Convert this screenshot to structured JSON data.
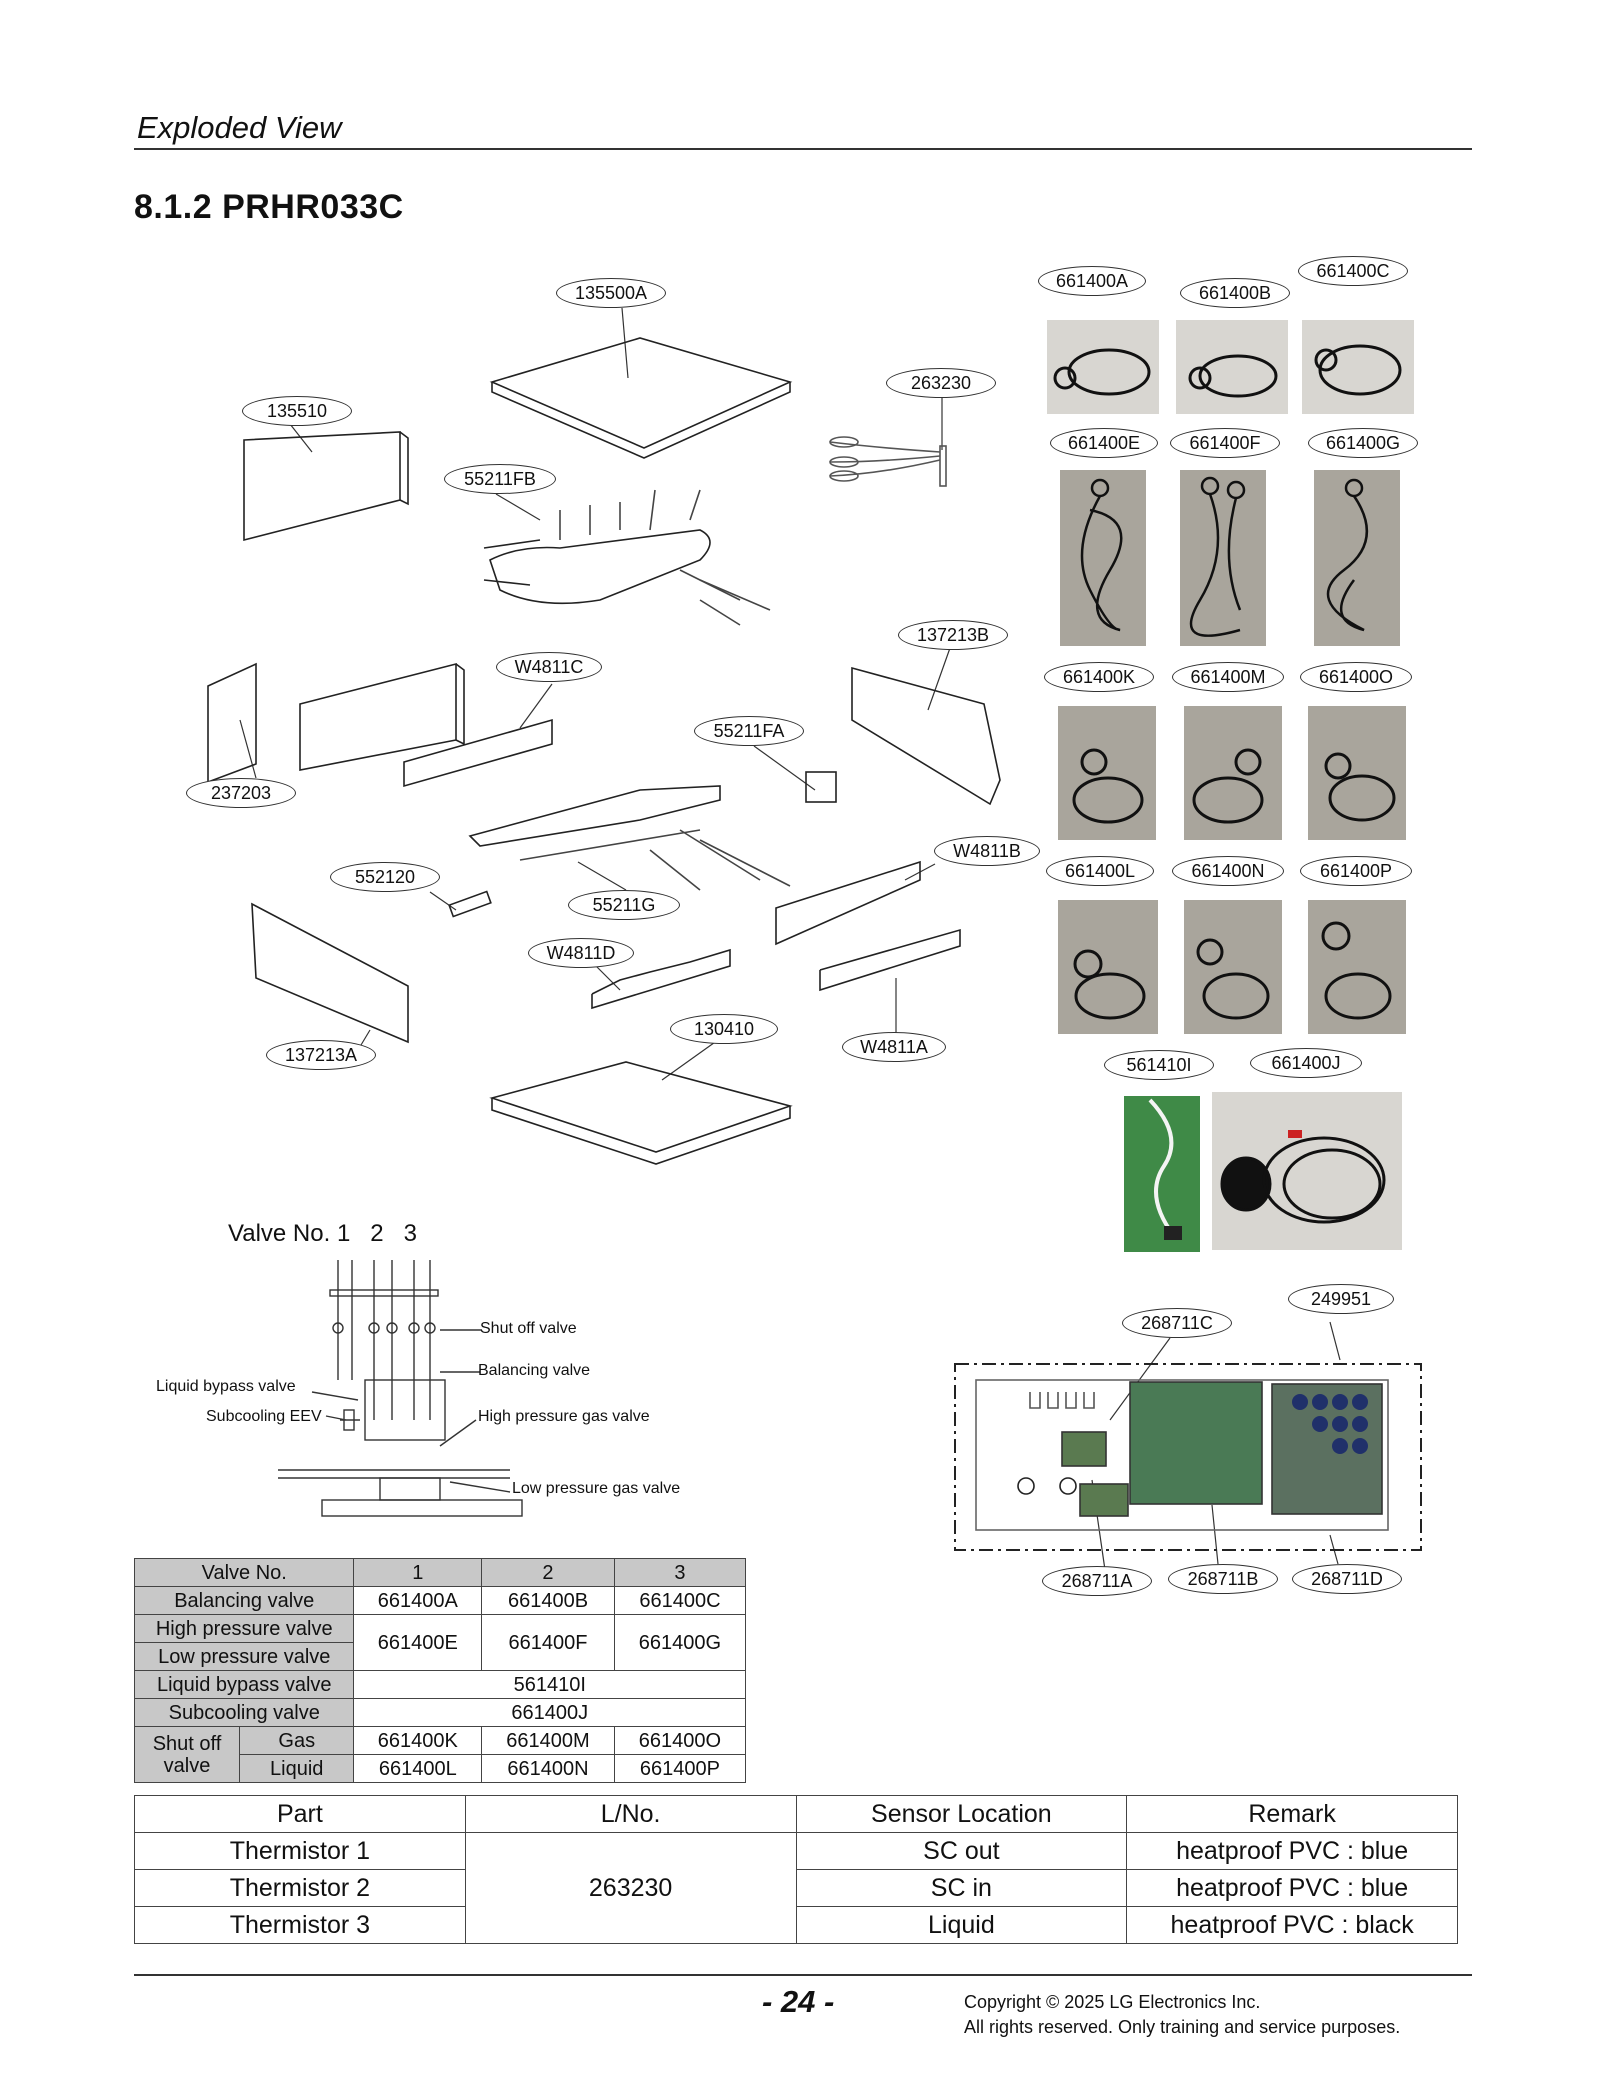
{
  "header": {
    "section": "Exploded View",
    "model_title": "8.1.2 PRHR033C"
  },
  "labels": {
    "p135500A": "135500A",
    "p263230": "263230",
    "p135510": "135510",
    "p55211FB": "55211FB",
    "p137213B": "137213B",
    "pW4811C": "W4811C",
    "p237203": "237203",
    "p55211FA": "55211FA",
    "p552120": "552120",
    "p55211G": "55211G",
    "pW4811B": "W4811B",
    "pW4811D": "W4811D",
    "p130410": "130410",
    "p137213A": "137213A",
    "pW4811A": "W4811A",
    "p661400A": "661400A",
    "p661400B": "661400B",
    "p661400C": "661400C",
    "p661400E": "661400E",
    "p661400F": "661400F",
    "p661400G": "661400G",
    "p661400K": "661400K",
    "p661400M": "661400M",
    "p661400O": "661400O",
    "p661400L": "661400L",
    "p661400N": "661400N",
    "p661400P": "661400P",
    "p561410I": "561410I",
    "p661400J": "661400J",
    "p249951": "249951",
    "p268711C": "268711C",
    "p268711A": "268711A",
    "p268711B": "268711B",
    "p268711D": "268711D"
  },
  "valve_diagram": {
    "title": "Valve No. 1   2   3",
    "shut_off": "Shut off valve",
    "balancing": "Balancing valve",
    "liquid_bypass": "Liquid bypass valve",
    "subcooling": "Subcooling EEV",
    "high_pressure": "High pressure gas valve",
    "low_pressure": "Low pressure gas valve"
  },
  "valve_table": {
    "header": [
      "Valve No.",
      "1",
      "2",
      "3"
    ],
    "balancing": {
      "label": "Balancing valve",
      "values": [
        "661400A",
        "661400B",
        "661400C"
      ]
    },
    "high_pressure": {
      "label": "High pressure valve"
    },
    "low_pressure": {
      "label": "Low pressure valve"
    },
    "hp_lp_values": [
      "661400E",
      "661400F",
      "661400G"
    ],
    "liquid_bypass": {
      "label": "Liquid bypass valve",
      "value": "561410I"
    },
    "subcooling": {
      "label": "Subcooling valve",
      "value": "661400J"
    },
    "shut_off": {
      "label_line1": "Shut off",
      "label_line2": "valve",
      "gas": {
        "label": "Gas",
        "values": [
          "661400K",
          "661400M",
          "661400O"
        ]
      },
      "liquid": {
        "label": "Liquid",
        "values": [
          "661400L",
          "661400N",
          "661400P"
        ]
      }
    }
  },
  "sensor_table": {
    "header": [
      "Part",
      "L/No.",
      "Sensor Location",
      "Remark"
    ],
    "lno": "263230",
    "rows": [
      {
        "part": "Thermistor 1",
        "location": "SC out",
        "remark": "heatproof PVC : blue"
      },
      {
        "part": "Thermistor 2",
        "location": "SC in",
        "remark": "heatproof PVC : blue"
      },
      {
        "part": "Thermistor 3",
        "location": "Liquid",
        "remark": "heatproof PVC : black"
      }
    ]
  },
  "footer": {
    "page": "- 24 -",
    "copyright_line1": "Copyright © 2025 LG Electronics Inc.",
    "copyright_line2": "All rights reserved. Only training and service purposes."
  }
}
